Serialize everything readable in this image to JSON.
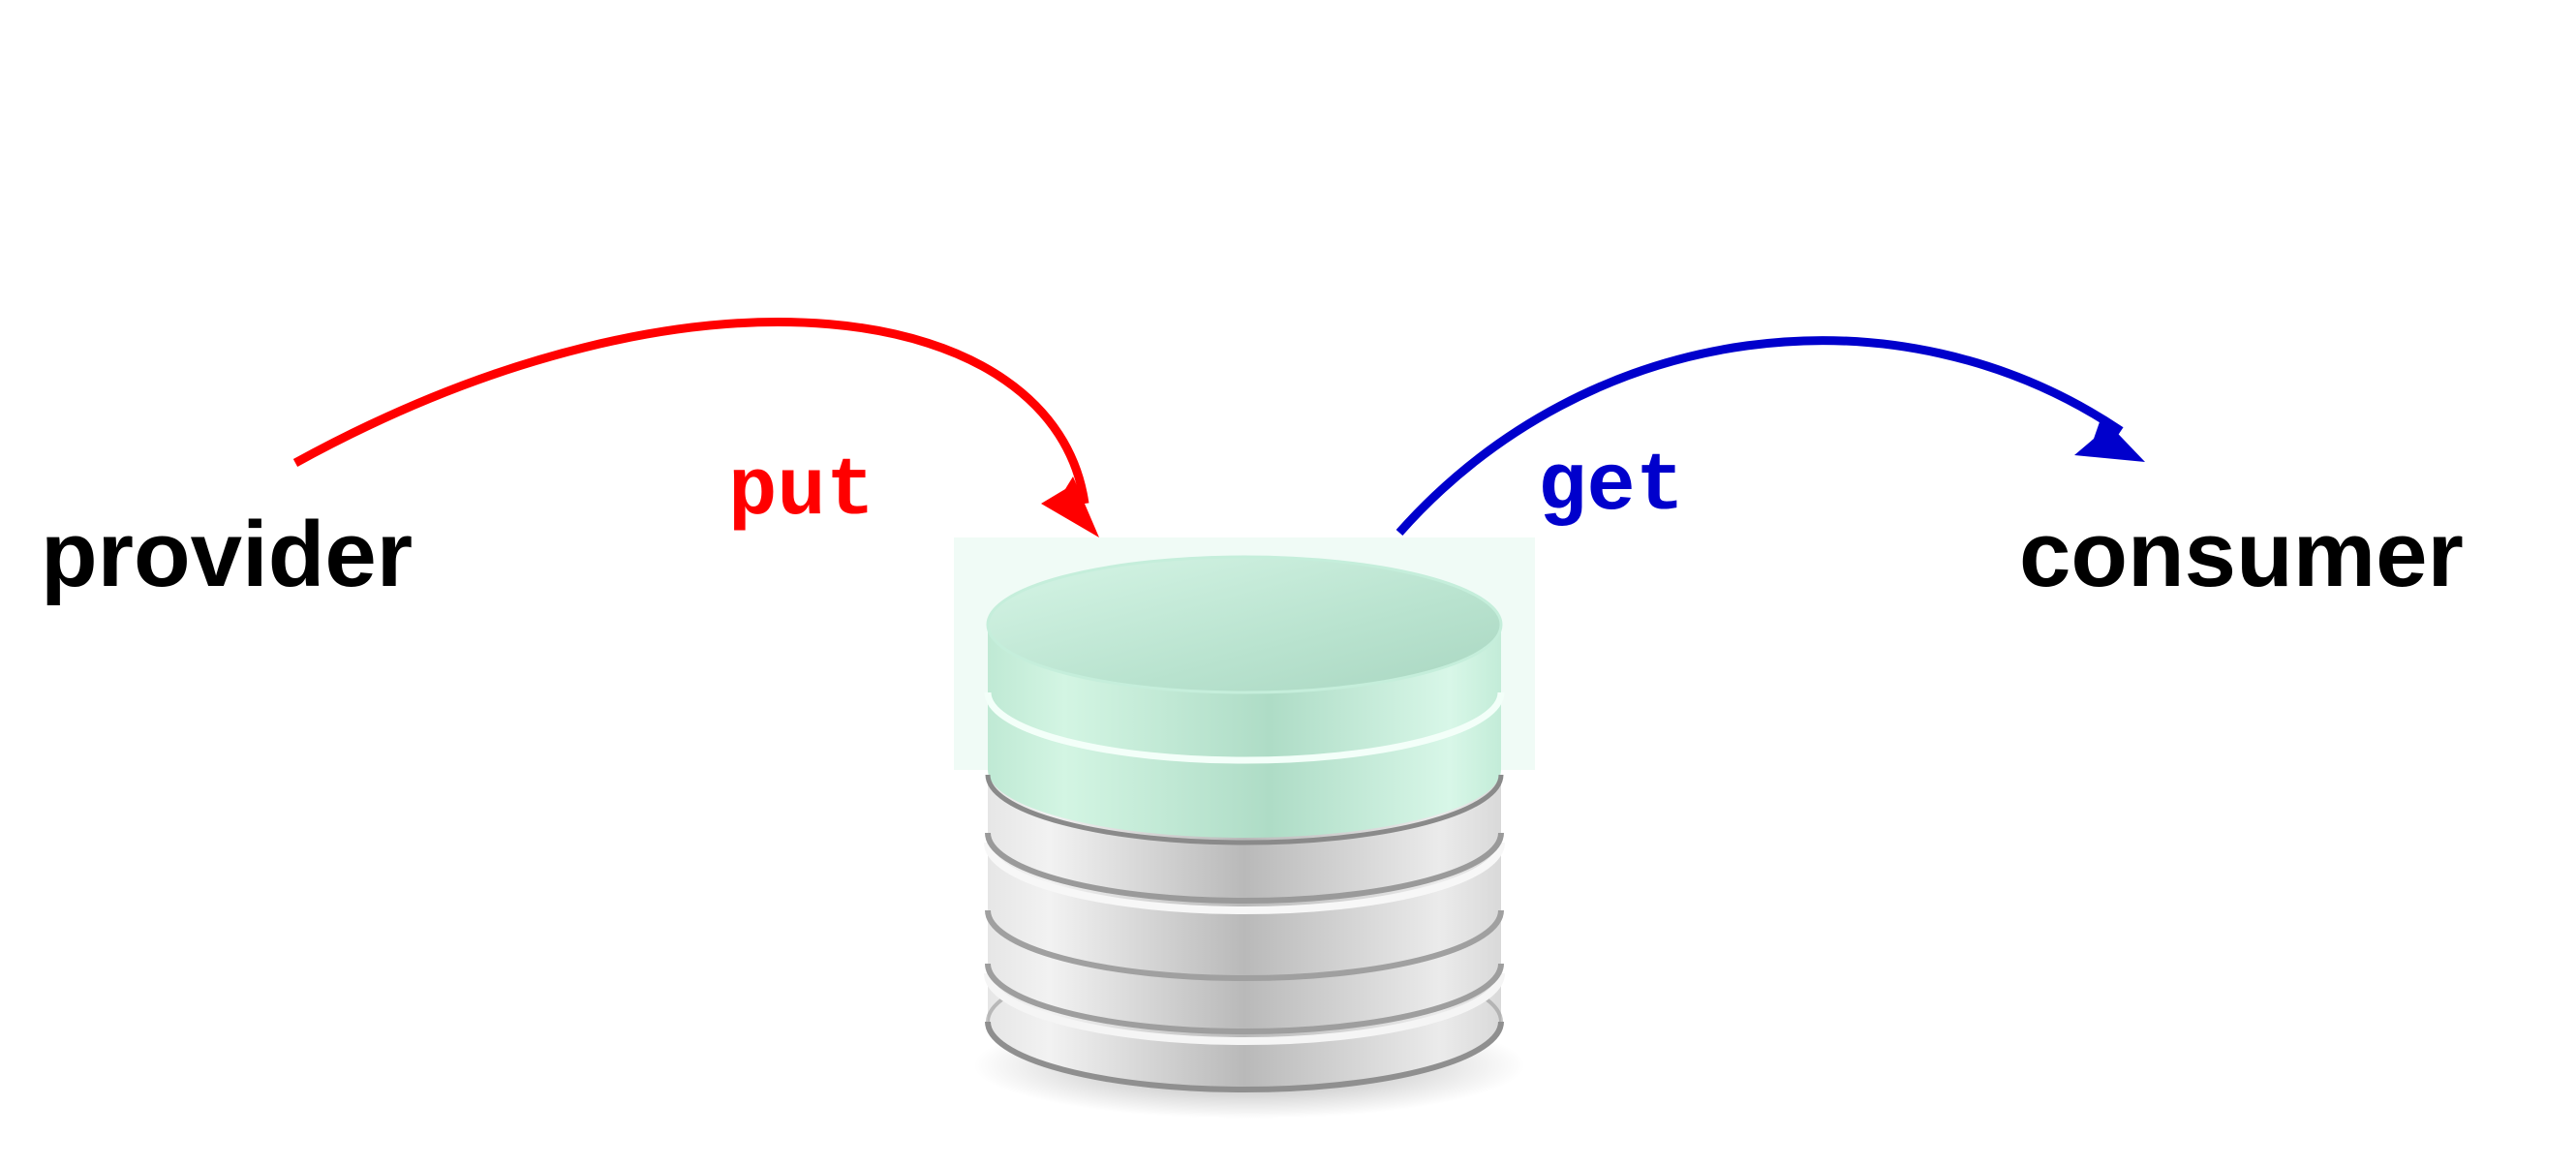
{
  "nodes": {
    "provider": {
      "label": "provider"
    },
    "consumer": {
      "label": "consumer"
    },
    "storage": {
      "icon": "database-icon"
    }
  },
  "edges": {
    "put": {
      "label": "put",
      "color": "#ff0000"
    },
    "get": {
      "label": "get",
      "color": "#0000cc"
    }
  },
  "colors": {
    "top_disk": "#c8f0dc",
    "lower_disks": "#d6d6d6"
  }
}
